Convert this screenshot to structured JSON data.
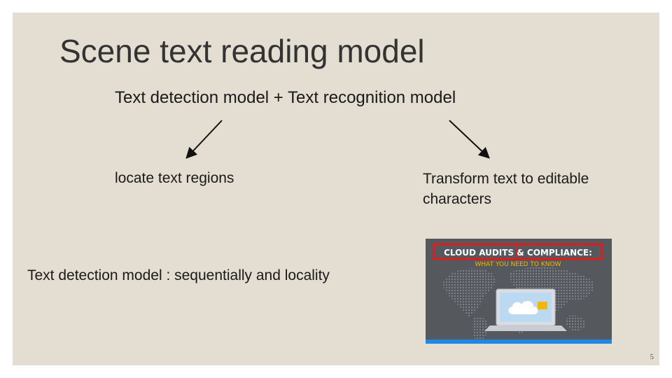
{
  "slide": {
    "title": "Scene text reading model",
    "headline": "Text detection model + Text recognition model",
    "left_label": "locate text regions",
    "right_label": "Transform text to editable characters",
    "bottom_note": "Text detection model : sequentially and locality",
    "page_number": "5"
  },
  "thumbnail": {
    "headline": "CLOUD AUDITS & COMPLIANCE:",
    "subline": "WHAT YOU NEED TO KNOW",
    "box_color": "#e01b1b",
    "accent_color": "#1e88e5"
  },
  "colors": {
    "background": "#e3ddd2",
    "text": "#1a1a1a",
    "title": "#333333"
  }
}
